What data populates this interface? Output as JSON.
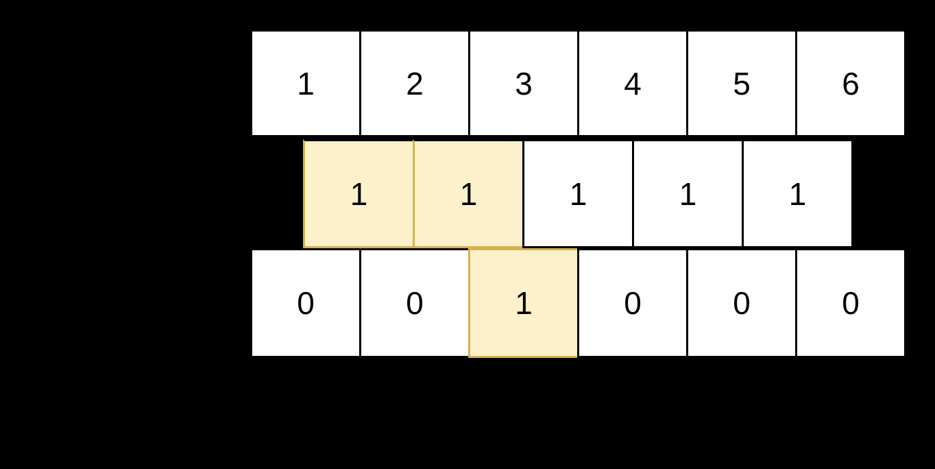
{
  "colors": {
    "background": "#000000",
    "cell_fill": "#ffffff",
    "cell_border": "#000000",
    "highlight_fill": "#fdf1cb",
    "highlight_border": "#d4b24c",
    "text": "#000000"
  },
  "rows": [
    {
      "cells": [
        {
          "value": "1",
          "highlighted": false
        },
        {
          "value": "2",
          "highlighted": false
        },
        {
          "value": "3",
          "highlighted": false
        },
        {
          "value": "4",
          "highlighted": false
        },
        {
          "value": "5",
          "highlighted": false
        },
        {
          "value": "6",
          "highlighted": false
        }
      ]
    },
    {
      "cells": [
        {
          "value": "1",
          "highlighted": true
        },
        {
          "value": "1",
          "highlighted": true
        },
        {
          "value": "1",
          "highlighted": false
        },
        {
          "value": "1",
          "highlighted": false
        },
        {
          "value": "1",
          "highlighted": false
        }
      ]
    },
    {
      "cells": [
        {
          "value": "0",
          "highlighted": false
        },
        {
          "value": "0",
          "highlighted": false
        },
        {
          "value": "1",
          "highlighted": true
        },
        {
          "value": "0",
          "highlighted": false
        },
        {
          "value": "0",
          "highlighted": false
        },
        {
          "value": "0",
          "highlighted": false
        }
      ]
    }
  ]
}
